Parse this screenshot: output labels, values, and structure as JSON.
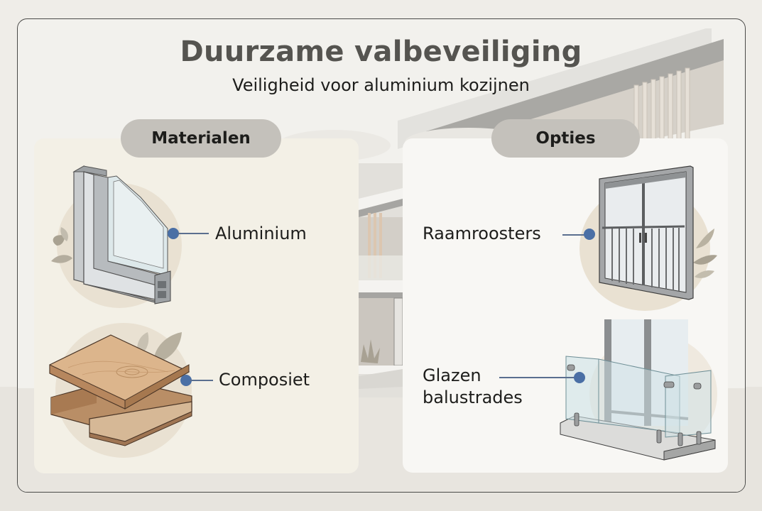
{
  "header": {
    "title": "Duurzame valbeveiliging",
    "subtitle": "Veiligheid voor aluminium kozijnen"
  },
  "sections": [
    {
      "heading": "Materialen",
      "items": [
        {
          "label": "Aluminium",
          "icon": "aluminium-window-frame-icon"
        },
        {
          "label": "Composiet",
          "icon": "composite-planks-icon"
        }
      ]
    },
    {
      "heading": "Opties",
      "items": [
        {
          "label": "Raamroosters",
          "icon": "window-grille-icon"
        },
        {
          "label_line1": "Glazen",
          "label_line2": "balustrades",
          "label": "Glazen balustrades",
          "icon": "glass-balustrade-icon"
        }
      ]
    }
  ],
  "colors": {
    "accent_dot": "#4a6fa5",
    "pill_bg": "#c4c1bb",
    "title_text": "#555450",
    "panel_left_bg": "#f3f0e6",
    "panel_right_bg": "#f8f7f4"
  }
}
